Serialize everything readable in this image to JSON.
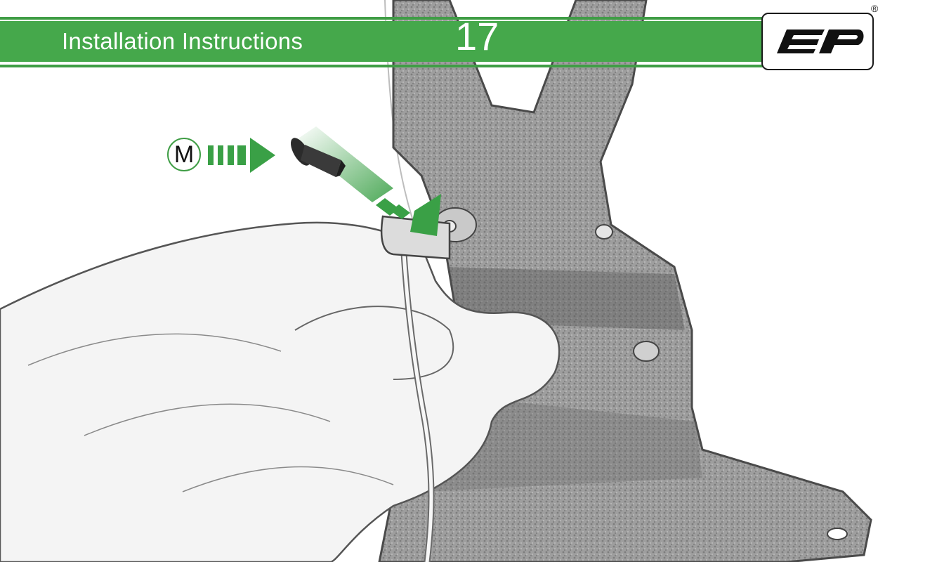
{
  "header": {
    "title": "Installation Instructions",
    "step_number": "17",
    "brand_logo_icon": "ep-logo-icon",
    "registered_mark": "®",
    "banner_color": "#45a84b"
  },
  "callout": {
    "part_label": "M",
    "arrow_color": "#3aa046",
    "hardware_icon": "bolt-icon"
  }
}
